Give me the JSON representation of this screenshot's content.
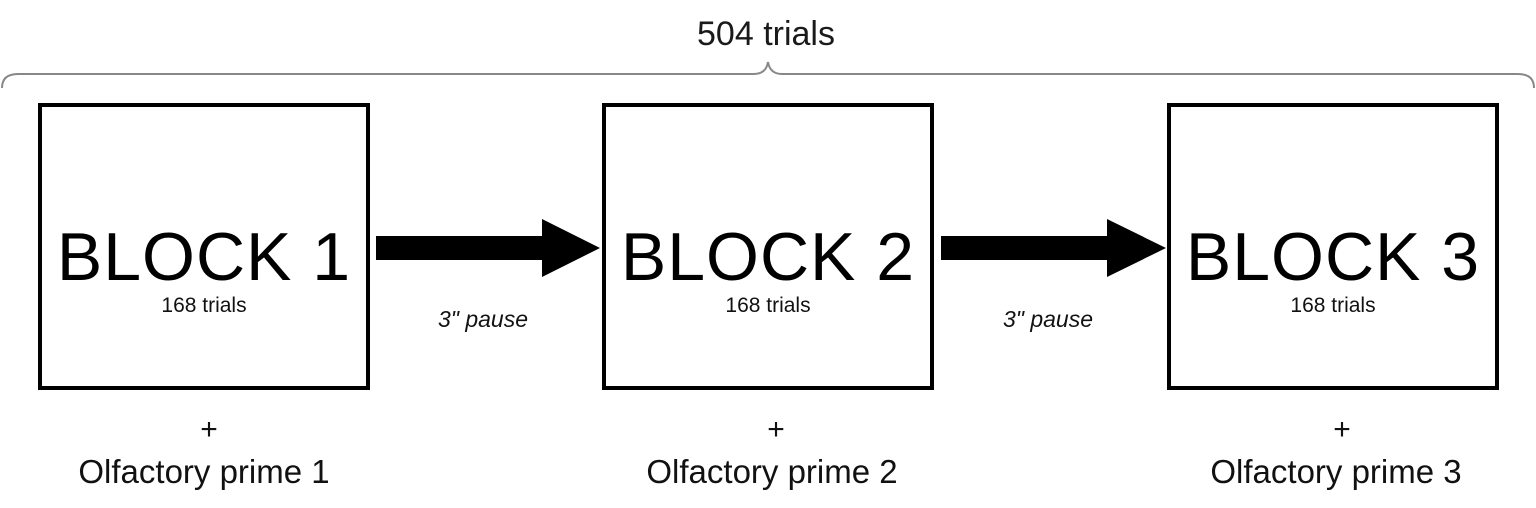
{
  "total": {
    "label": "504 trials"
  },
  "blocks": [
    {
      "title": "BLOCK 1",
      "trials": "168 trials",
      "plus": "+",
      "prime": "Olfactory prime 1"
    },
    {
      "title": "BLOCK 2",
      "trials": "168 trials",
      "plus": "+",
      "prime": "Olfactory prime 2"
    },
    {
      "title": "BLOCK 3",
      "trials": "168 trials",
      "plus": "+",
      "prime": "Olfactory prime 3"
    }
  ],
  "transitions": [
    {
      "label": "3\" pause"
    },
    {
      "label": "3\" pause"
    }
  ],
  "colors": {
    "stroke": "#000000",
    "brace": "#888888"
  }
}
